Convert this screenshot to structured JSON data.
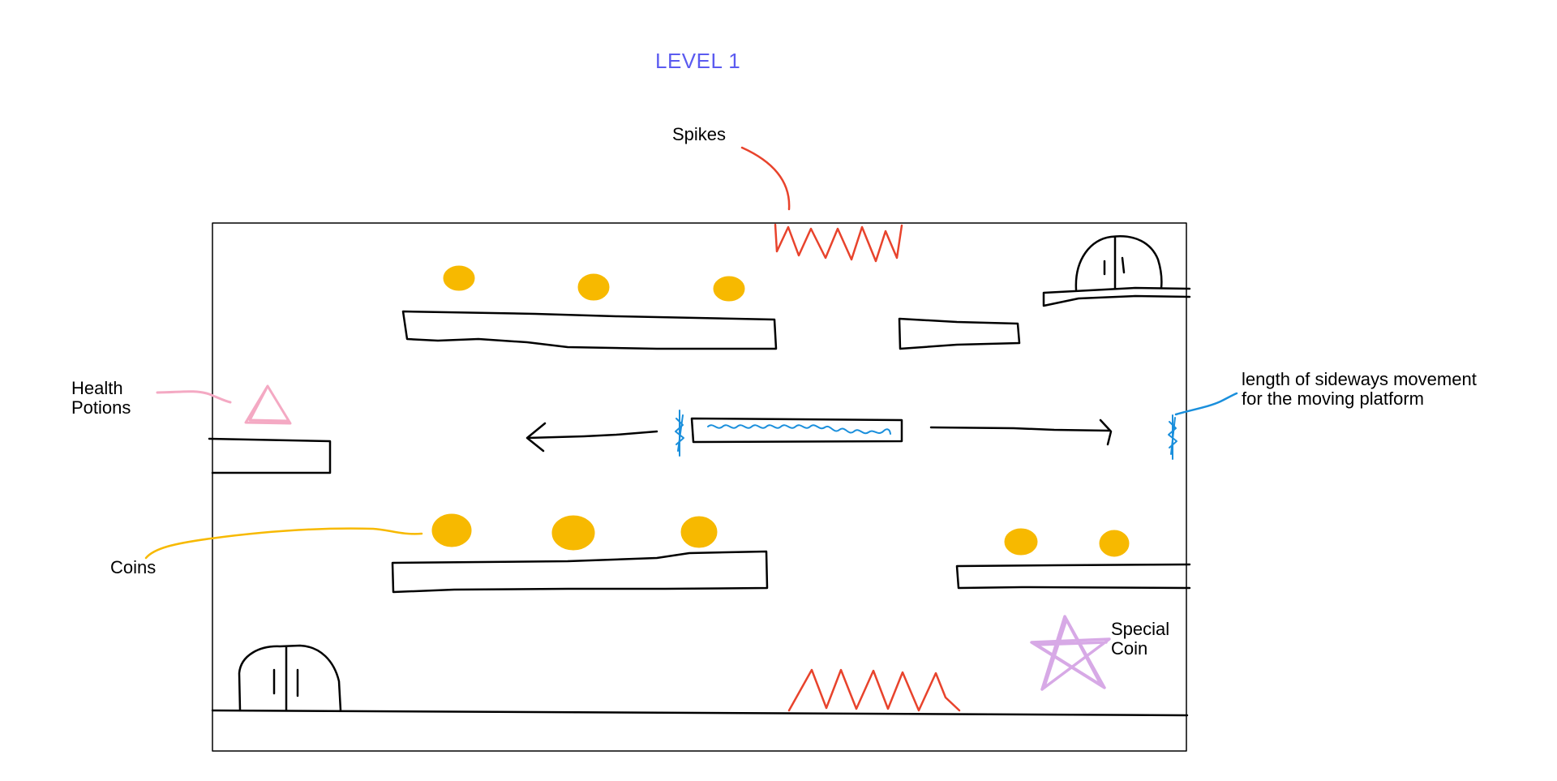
{
  "title": "LEVEL 1",
  "colors": {
    "title": "#5b5bf0",
    "outline": "#000000",
    "spikes": "#e8432c",
    "coins": "#f7b900",
    "health_potion": "#f4a9c3",
    "moving_platform": "#1a8fdc",
    "special_coin": "#d7a9e6"
  },
  "labels": {
    "spikes": "Spikes",
    "health_potions": {
      "line1": "Health",
      "line2": "Potions"
    },
    "coins": "Coins",
    "special_coin": {
      "line1": "Special",
      "line2": "Coin"
    },
    "moving_platform": {
      "line1": "length of sideways movement",
      "line2": "for the moving platform"
    }
  }
}
